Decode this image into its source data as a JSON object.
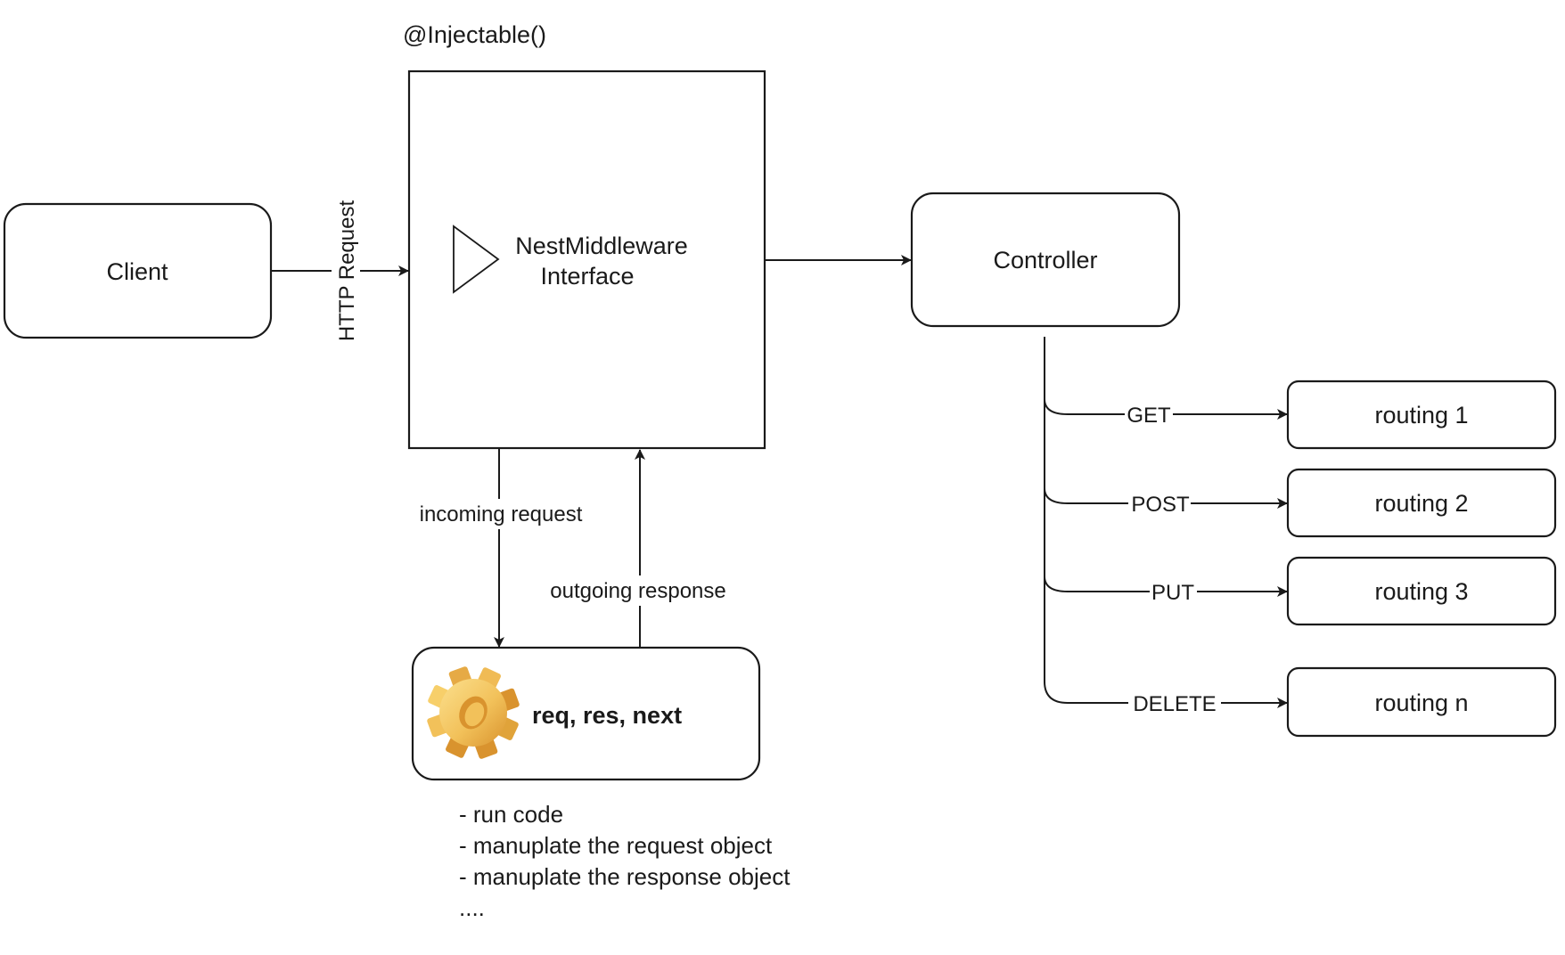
{
  "diagram": {
    "title_annotation": "@Injectable()",
    "nodes": {
      "client": {
        "label": "Client"
      },
      "middleware": {
        "label_line1": "NestMiddleware",
        "label_line2": "Interface",
        "icon": "triangle-play-icon"
      },
      "controller": {
        "label": "Controller"
      },
      "handler": {
        "label": "req, res, next",
        "icon": "gear-icon"
      },
      "routes": [
        {
          "label": "routing 1",
          "method": "GET"
        },
        {
          "label": "routing 2",
          "method": "POST"
        },
        {
          "label": "routing 3",
          "method": "PUT"
        },
        {
          "label": "routing n",
          "method": "DELETE"
        }
      ]
    },
    "edges": {
      "client_to_middleware": "HTTP Request",
      "middleware_to_handler": "incoming request",
      "handler_to_middleware": "outgoing response",
      "middleware_to_controller": ""
    },
    "notes": [
      "- run code",
      "- manuplate the request object",
      "- manuplate the response object",
      "...."
    ],
    "colors": {
      "stroke": "#1a1a1a",
      "background": "#ffffff",
      "gear_light": "#f7cf6a",
      "gear_dark": "#e0a33a"
    }
  }
}
